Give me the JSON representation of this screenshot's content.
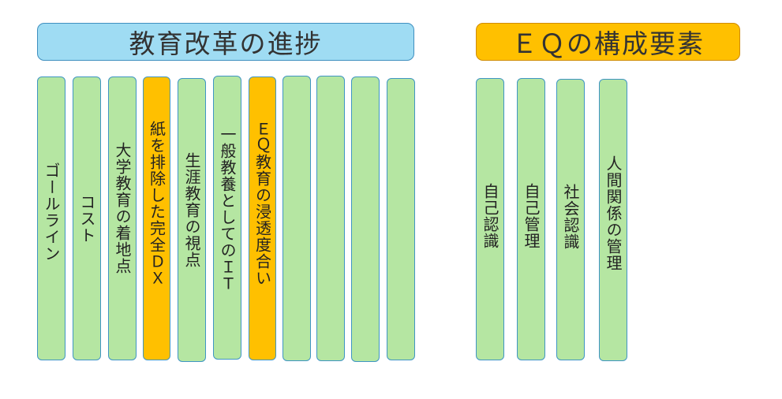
{
  "left_group": {
    "title": "教育改革の進捗",
    "columns": [
      {
        "label": "ゴールライン",
        "highlight": false
      },
      {
        "label": "コスト",
        "highlight": false
      },
      {
        "label": "大学教育の着地点",
        "highlight": false
      },
      {
        "label": "紙を排除した完全ＤＸ",
        "highlight": true
      },
      {
        "label": "生涯教育の視点",
        "highlight": false
      },
      {
        "label": "一般教養としてのＩＴ",
        "highlight": false
      },
      {
        "label": "ＥＱ教育の浸透度合い",
        "highlight": true
      },
      {
        "label": "",
        "highlight": false
      },
      {
        "label": "",
        "highlight": false
      },
      {
        "label": "",
        "highlight": false
      },
      {
        "label": "",
        "highlight": false
      }
    ]
  },
  "right_group": {
    "title": "ＥＱの構成要素",
    "columns": [
      {
        "label": "自己認識",
        "highlight": false
      },
      {
        "label": "自己管理",
        "highlight": false
      },
      {
        "label": "社会認識",
        "highlight": false
      },
      {
        "label": "人間関係の管理",
        "highlight": false
      }
    ]
  },
  "colors": {
    "header_left_fill": "#9fdcf3",
    "header_right_fill": "#ffc000",
    "column_fill": "#b5e6a2",
    "highlight_fill": "#ffc000",
    "border": "#3f95c4"
  }
}
